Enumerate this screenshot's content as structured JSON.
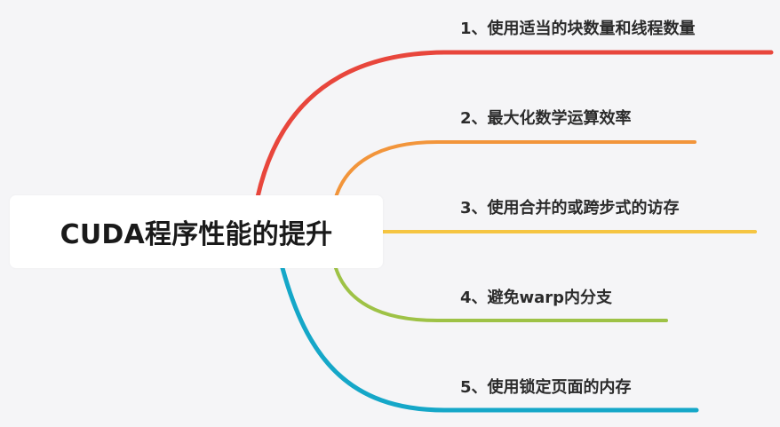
{
  "mindmap": {
    "root": {
      "title": "CUDA程序性能的提升"
    },
    "branches": [
      {
        "label": "1、使用适当的块数量和线程数量",
        "color": "#e8463c"
      },
      {
        "label": "2、最大化数学运算效率",
        "color": "#f2953b"
      },
      {
        "label": "3、使用合并的或跨步式的访存",
        "color": "#f5c542"
      },
      {
        "label": "4、避免warp内分支",
        "color": "#9ec246"
      },
      {
        "label": "5、使用锁定页面的内存",
        "color": "#15a7c8"
      }
    ]
  }
}
